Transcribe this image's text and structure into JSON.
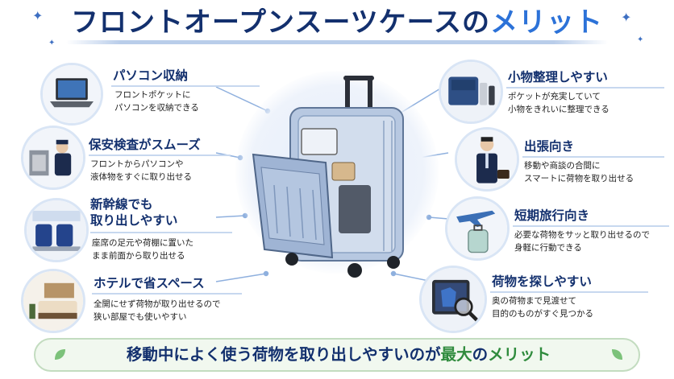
{
  "title": {
    "main": "フロントオープンスーツケースの",
    "accent": "メリット"
  },
  "features": [
    {
      "key": "laptop",
      "title": "パソコン収納",
      "text": "フロントポケットに\nパソコンを収納できる",
      "icon": "laptop-icon"
    },
    {
      "key": "security",
      "title": "保安検査がスムーズ",
      "text": "フロントからパソコンや\n液体物をすぐに取り出せる",
      "icon": "security-officer-icon"
    },
    {
      "key": "shinkansen",
      "title": "新幹線でも\n取り出しやすい",
      "text": "座席の足元や荷棚に置いた\nまま前面から取り出せる",
      "icon": "train-seat-icon"
    },
    {
      "key": "hotel",
      "title": "ホテルで省スペース",
      "text": "全開にせず荷物が取り出せるので\n狭い部屋でも使いやすい",
      "icon": "hotel-room-icon"
    },
    {
      "key": "organize",
      "title": "小物整理しやすい",
      "text": "ポケットが充実していて\n小物をきれいに整理できる",
      "icon": "organizer-pouch-icon"
    },
    {
      "key": "business",
      "title": "出張向き",
      "text": "移動や商談の合間に\nスマートに荷物を取り出せる",
      "icon": "businessman-icon"
    },
    {
      "key": "short-trip",
      "title": "短期旅行向き",
      "text": "必要な荷物をサッと取り出せるので\n身軽に行動できる",
      "icon": "airplane-suitcase-icon"
    },
    {
      "key": "find",
      "title": "荷物を探しやすい",
      "text": "奥の荷物まで見渡せて\n目的のものがすぐ見つかる",
      "icon": "magnifier-icon"
    }
  ],
  "banner": {
    "main": "移動中によく使う荷物を取り出しやすいのが",
    "accent1": "最大",
    "mid": "の",
    "accent2": "メリット"
  },
  "colors": {
    "navy": "#13306e",
    "accent_blue": "#2c72d8",
    "accent_green": "#2f8b3d",
    "suitcase": "#a9bedb"
  }
}
